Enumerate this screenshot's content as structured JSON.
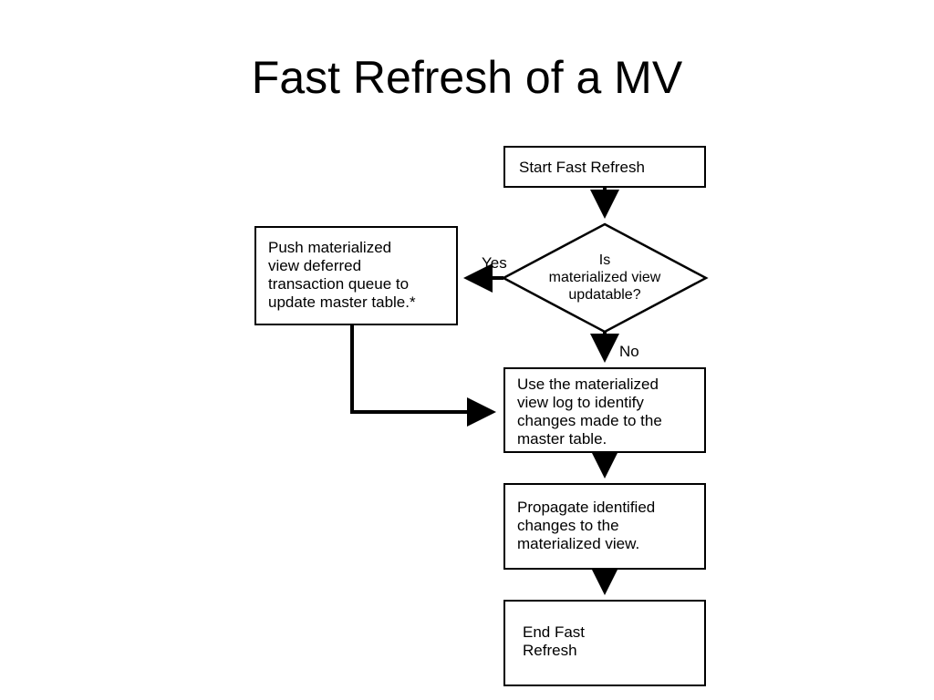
{
  "slide": {
    "title": "Fast Refresh of a MV"
  },
  "flowchart": {
    "start": "Start Fast Refresh",
    "decision": "Is\nmaterialized view\nupdatable?",
    "yes_label": "Yes",
    "no_label": "No",
    "push": "Push materialized\nview deferred\ntransaction queue to\nupdate master table.*",
    "use_log": "Use the materialized\nview log to identify\nchanges made to the\nmaster table.",
    "propagate": "Propagate identified\nchanges to the\nmaterialized view.",
    "end": "End Fast\nRefresh"
  },
  "colors": {
    "background": "#ffffff",
    "ink": "#000000"
  }
}
